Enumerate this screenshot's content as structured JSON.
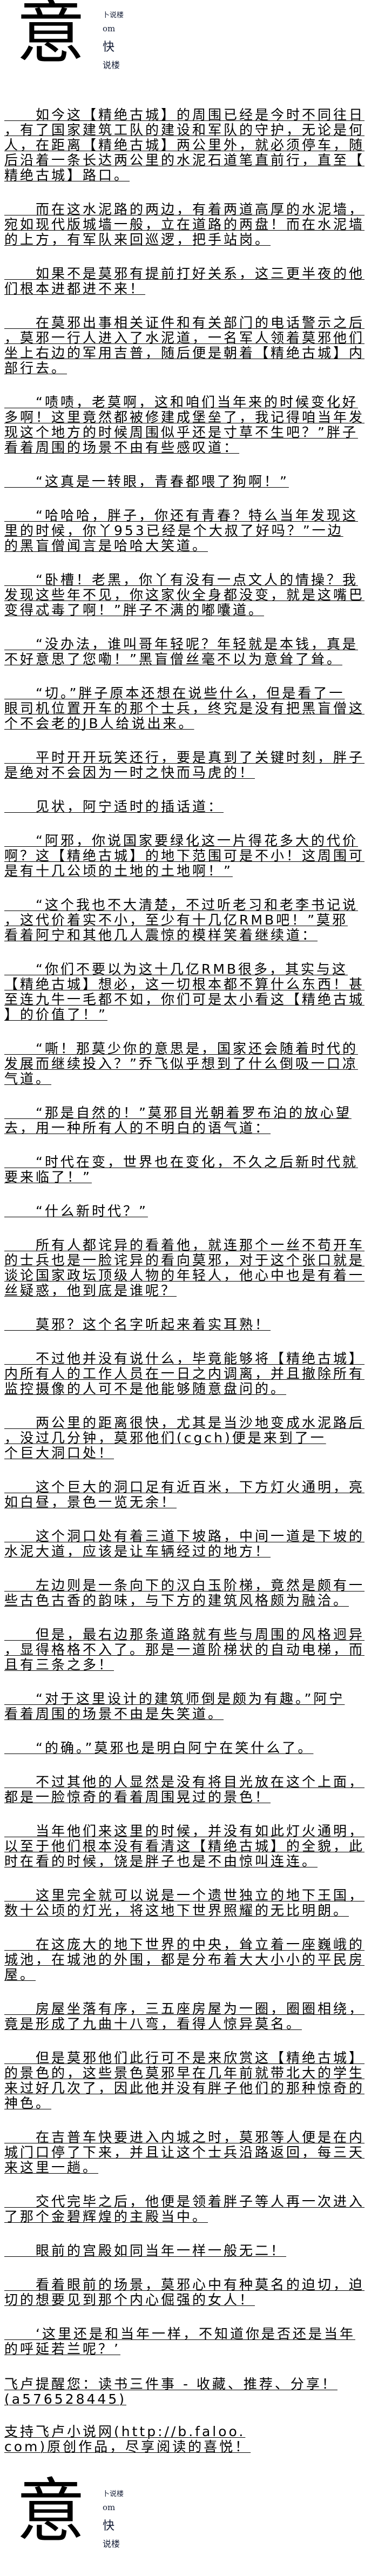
{
  "logo_top": {
    "big": "意",
    "lines": [
      "卜说楼",
      "om",
      "快",
      "说楼"
    ]
  },
  "logo_bottom": {
    "big": "意",
    "lines": [
      "卜说楼",
      "om",
      "快",
      "说楼"
    ]
  },
  "article": [
    [
      "　　如今这【精绝古城】的周围已经是今时不同往日",
      "，有了国家建筑工队的建设和军队的守护，无论是何",
      "人，在距离【精绝古城】两公里外，就必须停车，随",
      "后沿着一条长达两公里的水泥石道笔直前行，直至【",
      "精绝古城】路口。"
    ],
    [
      "　　而在这水泥路的两边，有着两道高厚的水泥墙，",
      "宛如现代版城墙一般，立在道路的两盘！而在水泥墙",
      "的上方，有军队来回巡逻，把手站岗。"
    ],
    [
      "　　如果不是莫邪有提前打好关系，这三更半夜的他",
      "们根本进都进不来！"
    ],
    [
      "　　在莫邪出事相关证件和有关部门的电话警示之后",
      "，莫邪一行人进入了水泥道，一名军人领着莫邪他们",
      "坐上右边的军用吉普，随后便是朝着【精绝古城】内",
      "部行去。"
    ],
    [
      "　　“啧啧，老莫啊，这和咱们当年来的时候变化好",
      "多啊！这里竟然都被修建成堡垒了，我记得咱当年发",
      "现这个地方的时候周围似乎还是寸草不生吧？”胖子",
      "看着周围的场景不由有些感叹道："
    ],
    [
      "　　“这真是一转眼，青春都喂了狗啊！”"
    ],
    [
      "　　“哈哈哈，胖子，你还有青春？特么当年发现这",
      "里的时候，你丫953已经是个大叔了好吗？”一边",
      "的黑盲僧闻言是哈哈大笑道。"
    ],
    [
      "　　“卧槽！老黑，你丫有没有一点文人的情操？我",
      "发现这些年不见，你这家伙全身都没变，就是这嘴巴",
      "变得忒毒了啊！”胖子不满的嘟囔道。"
    ],
    [
      "　　“没办法，谁叫哥年轻呢？年轻就是本钱，真是",
      "不好意思了您嘞！”黑盲僧丝毫不以为意耸了耸。"
    ],
    [
      "　　“切。”胖子原本还想在说些什么，但是看了一",
      "眼司机位置开车的那个士兵，终究是没有把黑盲僧这",
      "个不会老的JB人给说出来。"
    ],
    [
      "　　平时开开玩笑还行，要是真到了关键时刻，胖子",
      "是绝对不会因为一时之快而马虎的！"
    ],
    [
      "　　见状，阿宁适时的插话道："
    ],
    [
      "　　“阿邪，你说国家要绿化这一片得花多大的代价",
      "啊？这【精绝古城】的地下范围可是不小！这周围可",
      "是有十几公顷的土地的土地啊！”"
    ],
    [
      "　　“这个我也不大清楚，不过听老习和老李书记说",
      "，这代价着实不小，至少有十几亿RMB吧！”莫邪",
      "看着阿宁和其他几人震惊的模样笑着继续道："
    ],
    [
      "　　“你们不要以为这十几亿RMB很多，其实与这",
      "【精绝古城】想必，这一切根本都不算什么东西！甚",
      "至连九牛一毛都不如，你们可是太小看这【精绝古城",
      "】的价值了！”"
    ],
    [
      "　　“嘶！那莫少你的意思是，国家还会随着时代的",
      "发展而继续投入？”乔飞似乎想到了什么倒吸一口凉",
      "气道。"
    ],
    [
      "　　“那是自然的！”莫邪目光朝着罗布泊的放心望",
      "去，用一种所有人的不明白的语气道："
    ],
    [
      "　　“时代在变，世界也在变化，不久之后新时代就",
      "要来临了！”"
    ],
    [
      "　　“什么新时代？”"
    ],
    [
      "　　所有人都诧异的看着他，就连那个一丝不苟开车",
      "的士兵也是一脸诧异的看向莫邪，对于这个张口就是",
      "谈论国家政坛顶级人物的年轻人，他心中也是有着一",
      "丝疑惑，他到底是谁呢？"
    ],
    [
      "　　莫邪？这个名字听起来着实耳熟！"
    ],
    [
      "　　不过他并没有说什么，毕竟能够将【精绝古城】",
      "内所有人的工作人员在一日之内调离，并且撤除所有",
      "监控摄像的人可不是他能够随意盘问的。"
    ],
    [
      "　　两公里的距离很快，尤其是当沙地变成水泥路后",
      "，没过几分钟，莫邪他们(cgch)便是来到了一",
      "个巨大洞口处！"
    ],
    [
      "　　这个巨大的洞口足有近百米，下方灯火通明，亮",
      "如白昼，景色一览无余！"
    ],
    [
      "　　这个洞口处有着三道下坡路，中间一道是下坡的",
      "水泥大道，应该是让车辆经过的地方！"
    ],
    [
      "　　左边则是一条向下的汉白玉阶梯，竟然是颇有一",
      "些古色古香的韵味，与下方的建筑风格颇为融洽。"
    ],
    [
      "　　但是，最右边那条道路就有些与周围的风格迥异",
      "，显得格格不入了。那是一道阶梯状的自动电梯，而",
      "且有三条之多！"
    ],
    [
      "　　“对于这里设计的建筑师倒是颇为有趣。”阿宁",
      "看着周围的场景不由是失笑道。"
    ],
    [
      "　　“的确。”莫邪也是明白阿宁在笑什么了。"
    ],
    [
      "　　不过其他的人显然是没有将目光放在这个上面，",
      "都是一脸惊奇的看着周围晃过的景色！"
    ],
    [
      "　　当年他们来这里的时候，并没有如此灯火通明，",
      "以至于他们根本没有看清这【精绝古城】的全貌，此",
      "时在看的时候，饶是胖子也是不由惊叫连连。"
    ],
    [
      "　　这里完全就可以说是一个遗世独立的地下王国，",
      "数十公顷的灯光，将这地下世界照耀的无比明朗。"
    ],
    [
      "　　在这庞大的地下世界的中央，耸立着一座巍峨的",
      "城池，在城池的外围，都是分布着大大小小的平民房",
      "屋。"
    ],
    [
      "　　房屋坐落有序，三五座房屋为一圈，圈圈相绕，",
      "竟是形成了九曲十八弯，看得人惊异莫名。"
    ],
    [
      "　　但是莫邪他们此行可不是来欣赏这【精绝古城】",
      "的景色的，这些景色莫邪早在几年前就带北大的学生",
      "来过好几次了，因此他并没有胖子他们的那种惊奇的",
      "神色。"
    ],
    [
      "　　在吉普车快要进入内城之时，莫邪等人便是在内",
      "城门口停了下来，并且让这个士兵沿路返回，每三天",
      "来这里一趟。"
    ],
    [
      "　　交代完毕之后，他便是领着胖子等人再一次进入",
      "了那个金碧辉煌的主殿当中。"
    ],
    [
      "　　眼前的宫殿如同当年一样一般无二！"
    ],
    [
      "　　看着眼前的场景，莫邪心中有种莫名的迫切，迫",
      "切的想要见到那个内心倔强的女人！"
    ],
    [
      "　　‘这里还是和当年一样，不知道你是否还是当年",
      "的呼延若兰呢？’"
    ]
  ],
  "footer": [
    [
      "飞卢提醒您：读书三件事 - 收藏、推荐、分享！",
      "(a576528445)"
    ],
    [
      "支持飞卢小说网(http://b.faloo.",
      "com)原创作品，尽享阅读的喜悦！"
    ]
  ]
}
